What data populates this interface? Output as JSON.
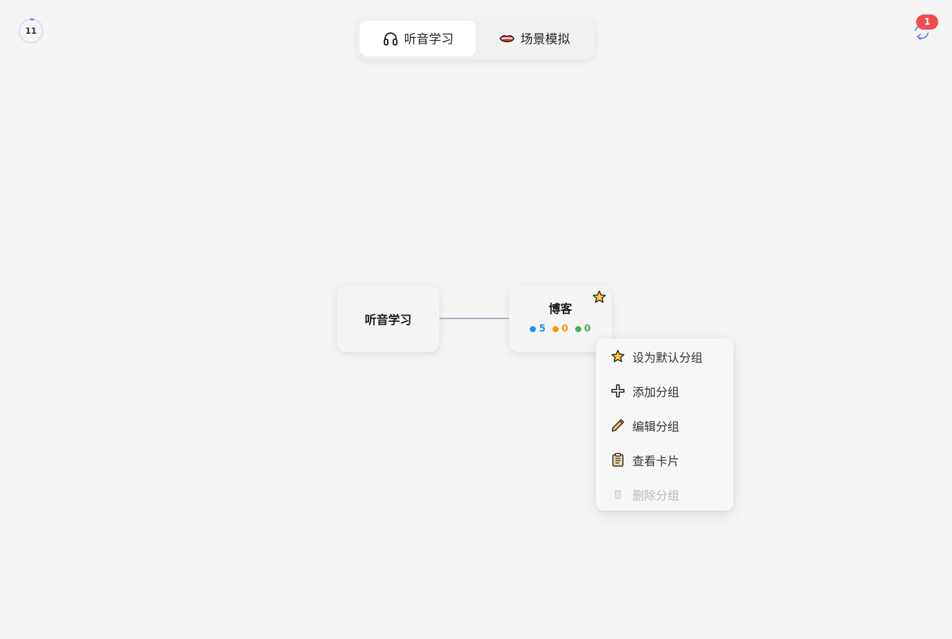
{
  "progress": {
    "count": "11",
    "fraction": 0.03,
    "ring_color": "#6b8cff"
  },
  "tabs": [
    {
      "label": "听音学习",
      "icon": "headphones-icon",
      "active": true
    },
    {
      "label": "场景模拟",
      "icon": "lips-icon",
      "active": false
    }
  ],
  "sync": {
    "badge": "1",
    "icon": "sync-icon",
    "badge_color": "#ef4d4d",
    "icon_color": "#5b8def"
  },
  "mindmap": {
    "root": {
      "title": "听音学习"
    },
    "child": {
      "title": "博客",
      "default_star_icon": "star-icon",
      "stats": [
        {
          "value": "5",
          "color": "#2196f3"
        },
        {
          "value": "0",
          "color": "#ff9800"
        },
        {
          "value": "0",
          "color": "#4caf50"
        }
      ]
    }
  },
  "context_menu": {
    "items": [
      {
        "label": "设为默认分组",
        "icon": "star-icon",
        "disabled": false
      },
      {
        "label": "添加分组",
        "icon": "plus-icon",
        "disabled": false
      },
      {
        "label": "编辑分组",
        "icon": "pencil-icon",
        "disabled": false
      },
      {
        "label": "查看卡片",
        "icon": "clipboard-icon",
        "disabled": false
      },
      {
        "label": "删除分组",
        "icon": "trash-icon",
        "disabled": true
      }
    ]
  }
}
